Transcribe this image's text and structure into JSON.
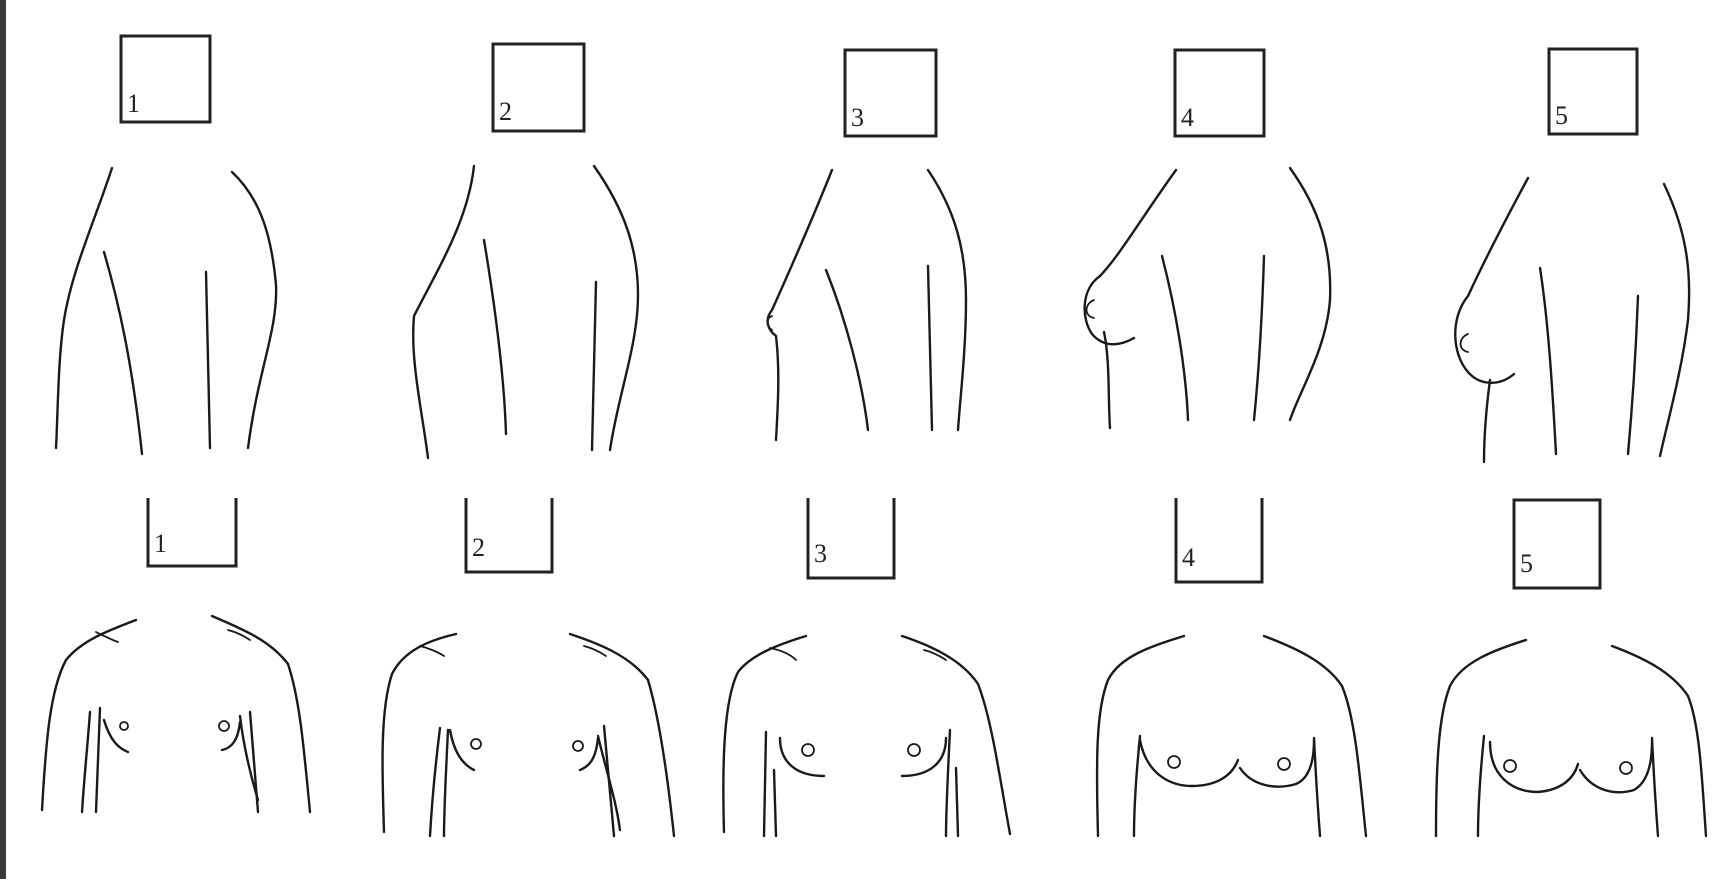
{
  "side_view": {
    "labels": [
      "1",
      "2",
      "3",
      "4",
      "5"
    ]
  },
  "front_view": {
    "labels": [
      "1",
      "2",
      "3",
      "4",
      "5"
    ]
  },
  "colors": {
    "line": "#1a1a1a",
    "background": "#ffffff",
    "edge": "#3a3a3a"
  }
}
